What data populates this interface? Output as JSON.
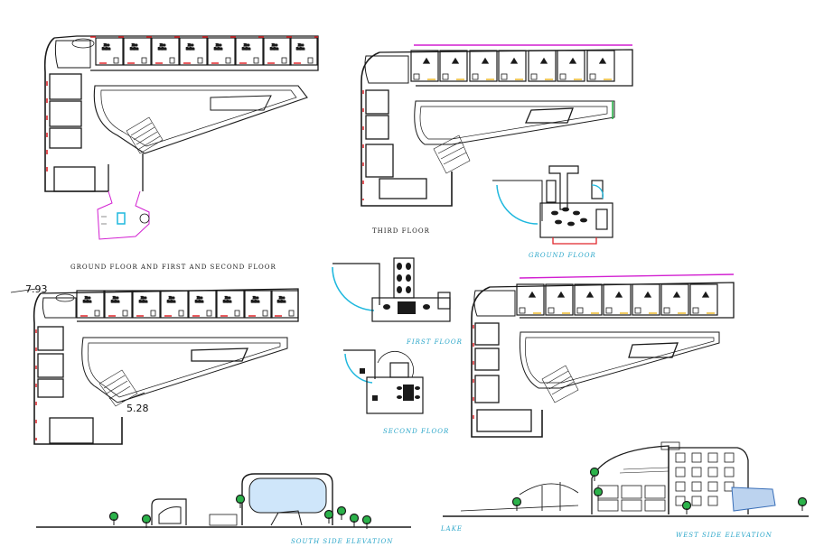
{
  "title_labels": {
    "ground_first_second": "GROUND FLOOR AND FIRST AND SECOND FLOOR",
    "third_floor": "THIRD  FLOOR",
    "ground_floor_small": "GROUND FLOOR",
    "first_floor": "FIRST FLOOR",
    "second_floor": "SECOND FLOOR",
    "south_elevation": "SOUTH SIDE ELEVATION",
    "west_elevation": "WEST SIDE ELEVATION",
    "lake": "LAKE"
  },
  "dimensions": {
    "top": "7.93",
    "bottom": "5.28"
  },
  "colors": {
    "line": "#1a1a1a",
    "accent_red": "#e0262b",
    "accent_magenta": "#d21fd1",
    "accent_cyan": "#1fb8de",
    "accent_green": "#2bb24a",
    "label_cyan": "#2aa6c9"
  }
}
